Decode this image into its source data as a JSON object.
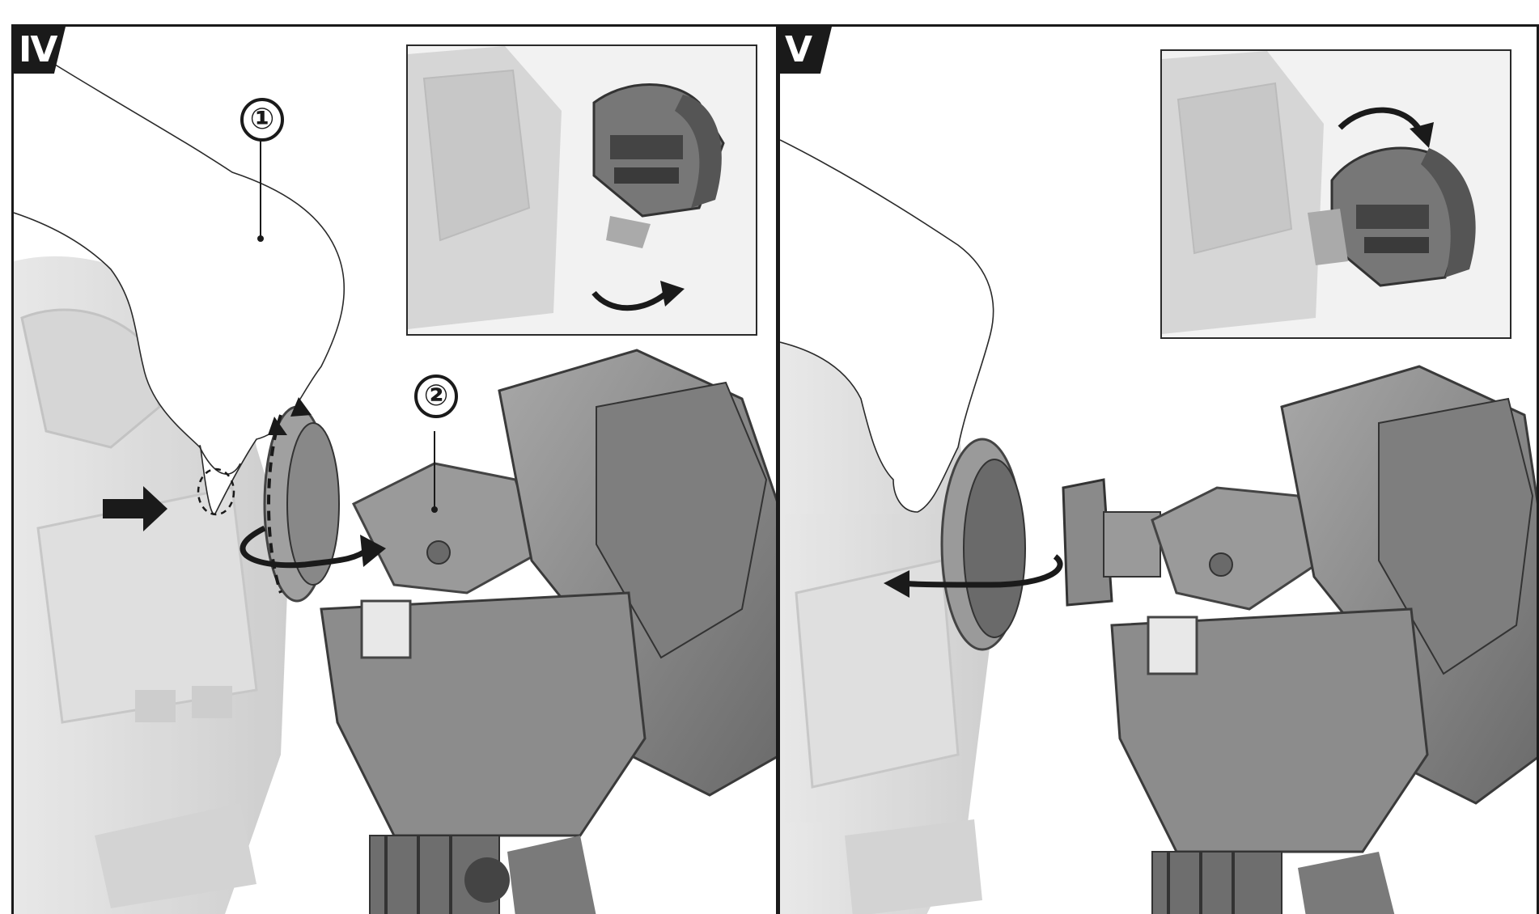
{
  "steps": [
    {
      "label": "IV",
      "callouts": [
        "①",
        "②"
      ]
    },
    {
      "label": "V"
    }
  ],
  "colors": {
    "ink": "#1a1a1a",
    "armor_light": "#d9d9d9",
    "armor_mid": "#9a9a9a",
    "armor_dark": "#555555",
    "background": "#ffffff"
  },
  "icons": [
    "push-arrow-icon",
    "rotate-arrow-icon",
    "pull-arrow-icon",
    "curved-arrow-icon",
    "pointer-triangle-icon"
  ]
}
